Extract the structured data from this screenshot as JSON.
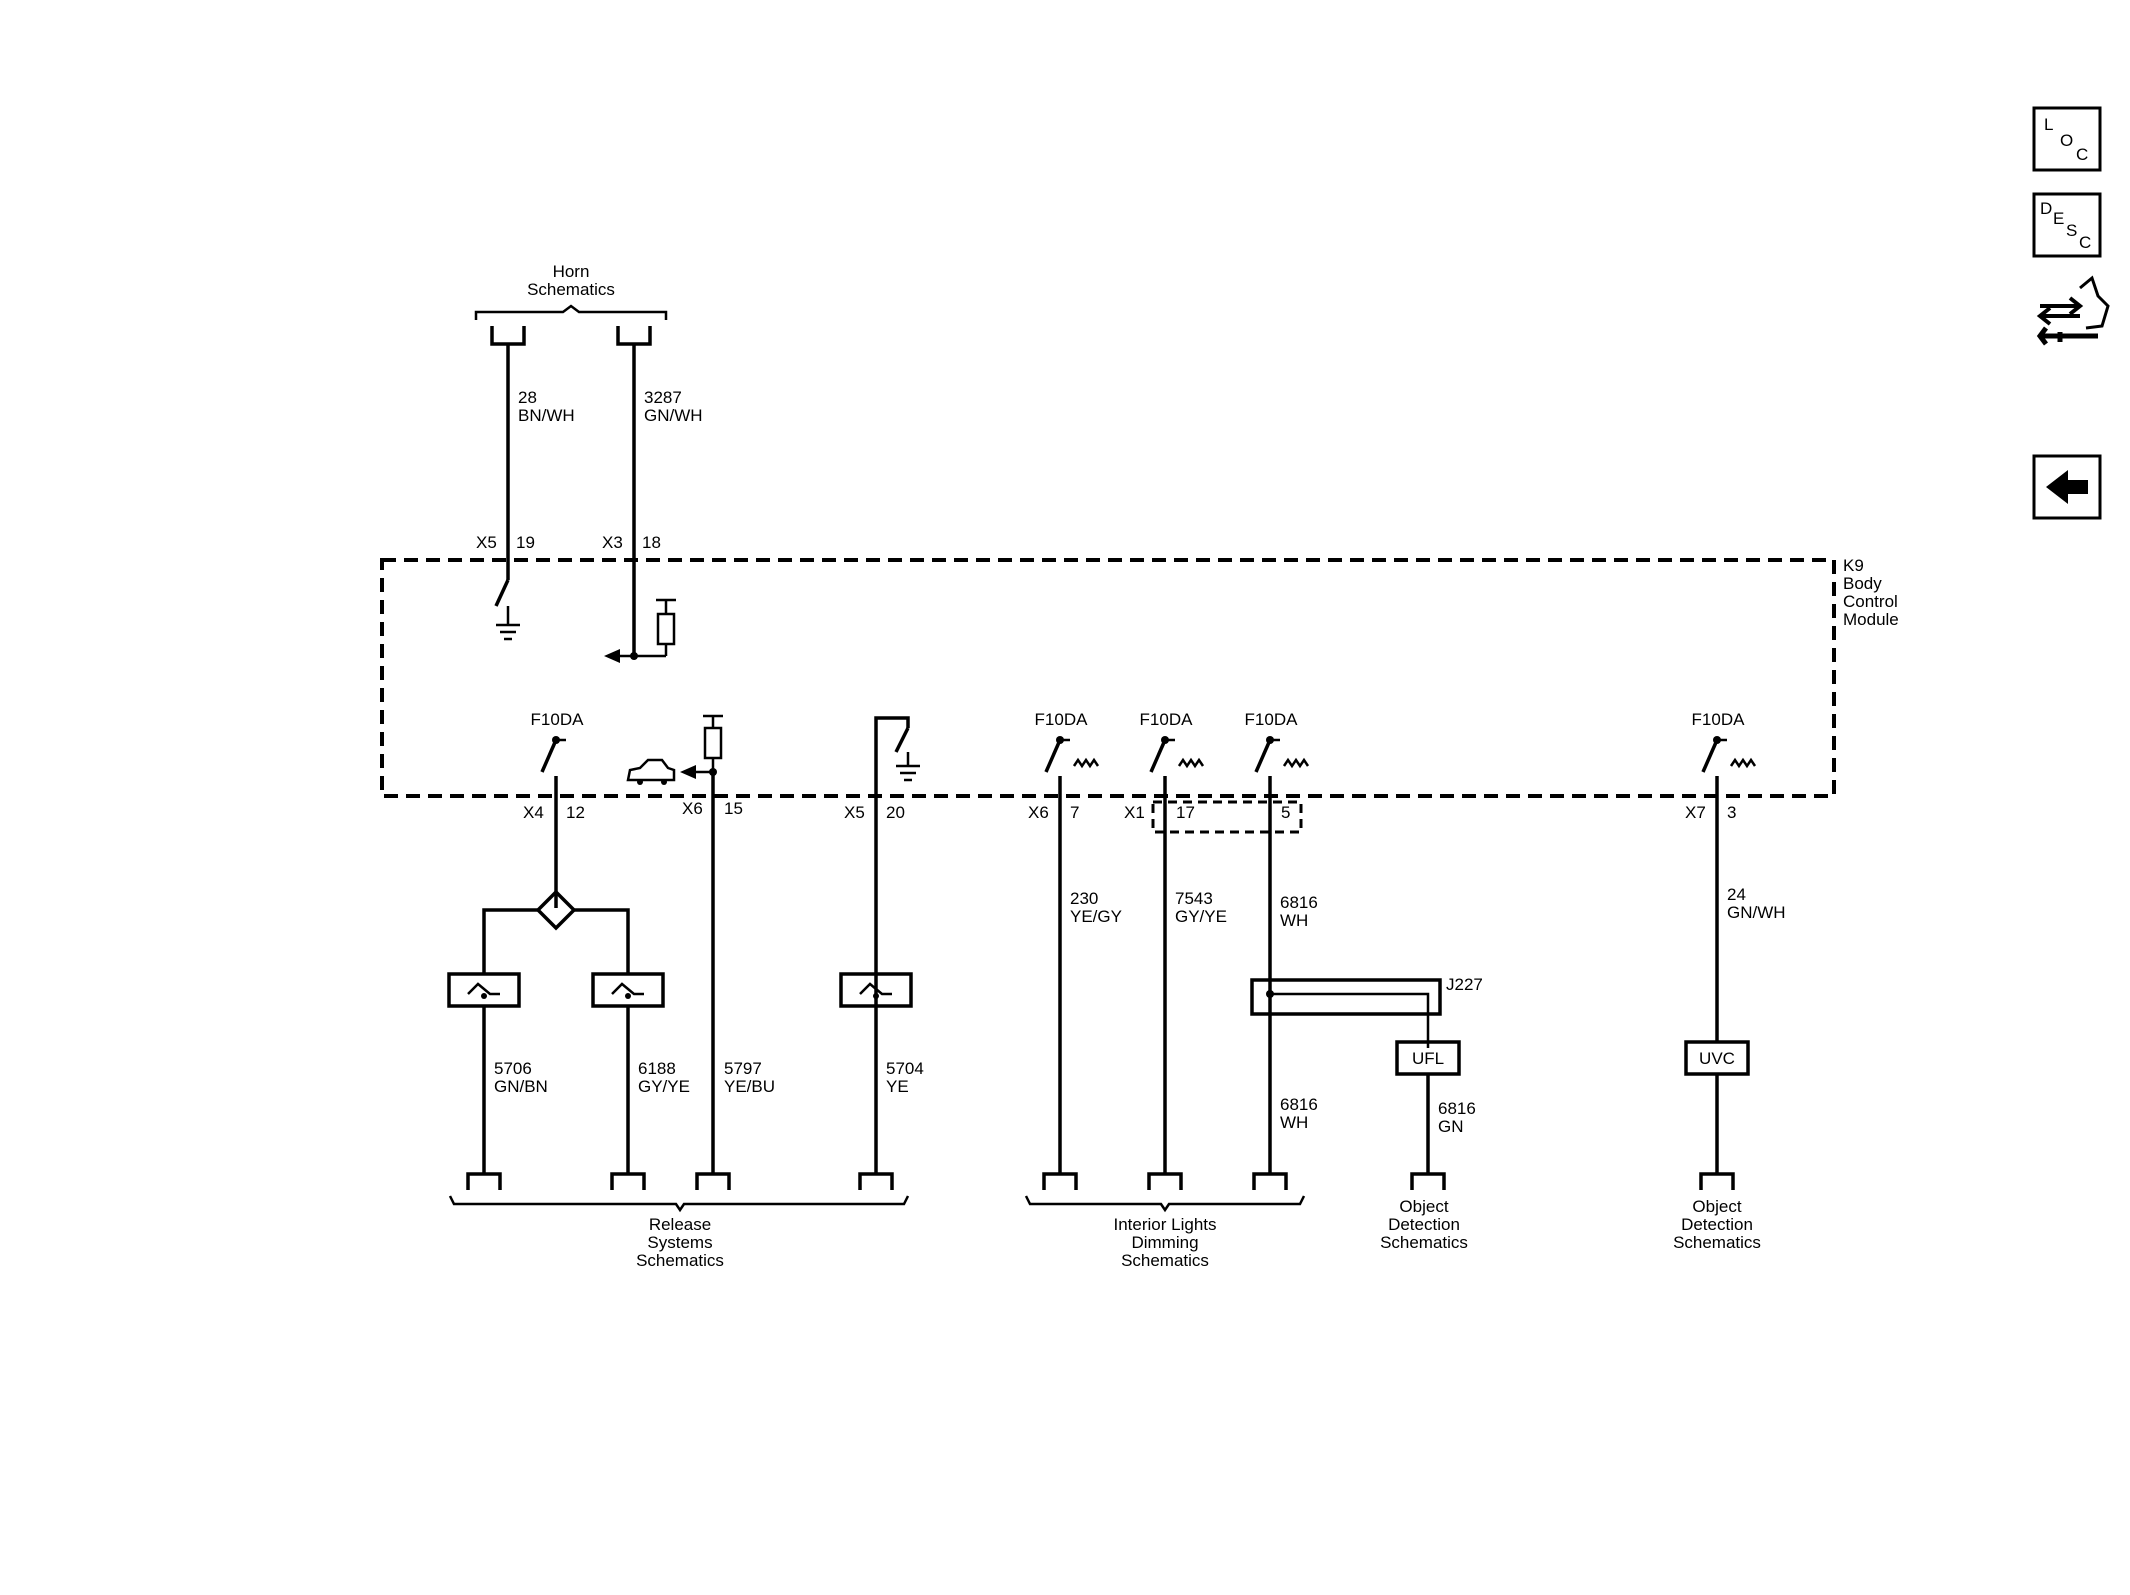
{
  "module": {
    "id": "K9",
    "name_lines": [
      "Body",
      "Control",
      "Module"
    ]
  },
  "groups": {
    "horn": [
      "Horn",
      "Schematics"
    ],
    "release": [
      "Release",
      "Systems",
      "Schematics"
    ],
    "dimming": [
      "Interior Lights",
      "Dimming",
      "Schematics"
    ],
    "object_a": [
      "Object",
      "Detection",
      "Schematics"
    ],
    "object_b": [
      "Object",
      "Detection",
      "Schematics"
    ]
  },
  "pins": {
    "horn_a": {
      "connector": "X5",
      "pin": "19"
    },
    "horn_b": {
      "connector": "X3",
      "pin": "18"
    },
    "p1": {
      "connector": "X4",
      "pin": "12"
    },
    "p2": {
      "connector": "X6",
      "pin": "15"
    },
    "p3": {
      "connector": "X5",
      "pin": "20"
    },
    "p4": {
      "connector": "X6",
      "pin": "7"
    },
    "p5": {
      "connector": "X1",
      "pin": "17"
    },
    "p6": {
      "connector": "",
      "pin": "5"
    },
    "p7": {
      "connector": "X7",
      "pin": "3"
    }
  },
  "fuse_labels": {
    "f1": "F10DA",
    "f2": "F10DA",
    "f3": "F10DA",
    "f4": "F10DA",
    "f5": "F10DA"
  },
  "wires": {
    "w28": {
      "circuit": "28",
      "color": "BN/WH"
    },
    "w3287": {
      "circuit": "3287",
      "color": "GN/WH"
    },
    "w5706": {
      "circuit": "5706",
      "color": "GN/BN"
    },
    "w6188": {
      "circuit": "6188",
      "color": "GY/YE"
    },
    "w5797": {
      "circuit": "5797",
      "color": "YE/BU"
    },
    "w5704": {
      "circuit": "5704",
      "color": "YE"
    },
    "w230": {
      "circuit": "230",
      "color": "YE/GY"
    },
    "w7543": {
      "circuit": "7543",
      "color": "GY/YE"
    },
    "w6816a": {
      "circuit": "6816",
      "color": "WH"
    },
    "w6816b": {
      "circuit": "6816",
      "color": "WH"
    },
    "w6816c": {
      "circuit": "6816",
      "color": "GN"
    },
    "w24": {
      "circuit": "24",
      "color": "GN/WH"
    }
  },
  "components": {
    "splice": "J227",
    "sensor_ufl": "UFL",
    "sensor_uvc": "UVC"
  },
  "nav": {
    "loc": [
      "L",
      "O",
      "C"
    ],
    "desc": [
      "D",
      "E",
      "S",
      "C"
    ],
    "connector_icon": "connector-repair-icon",
    "back_icon": "back-arrow-icon"
  }
}
